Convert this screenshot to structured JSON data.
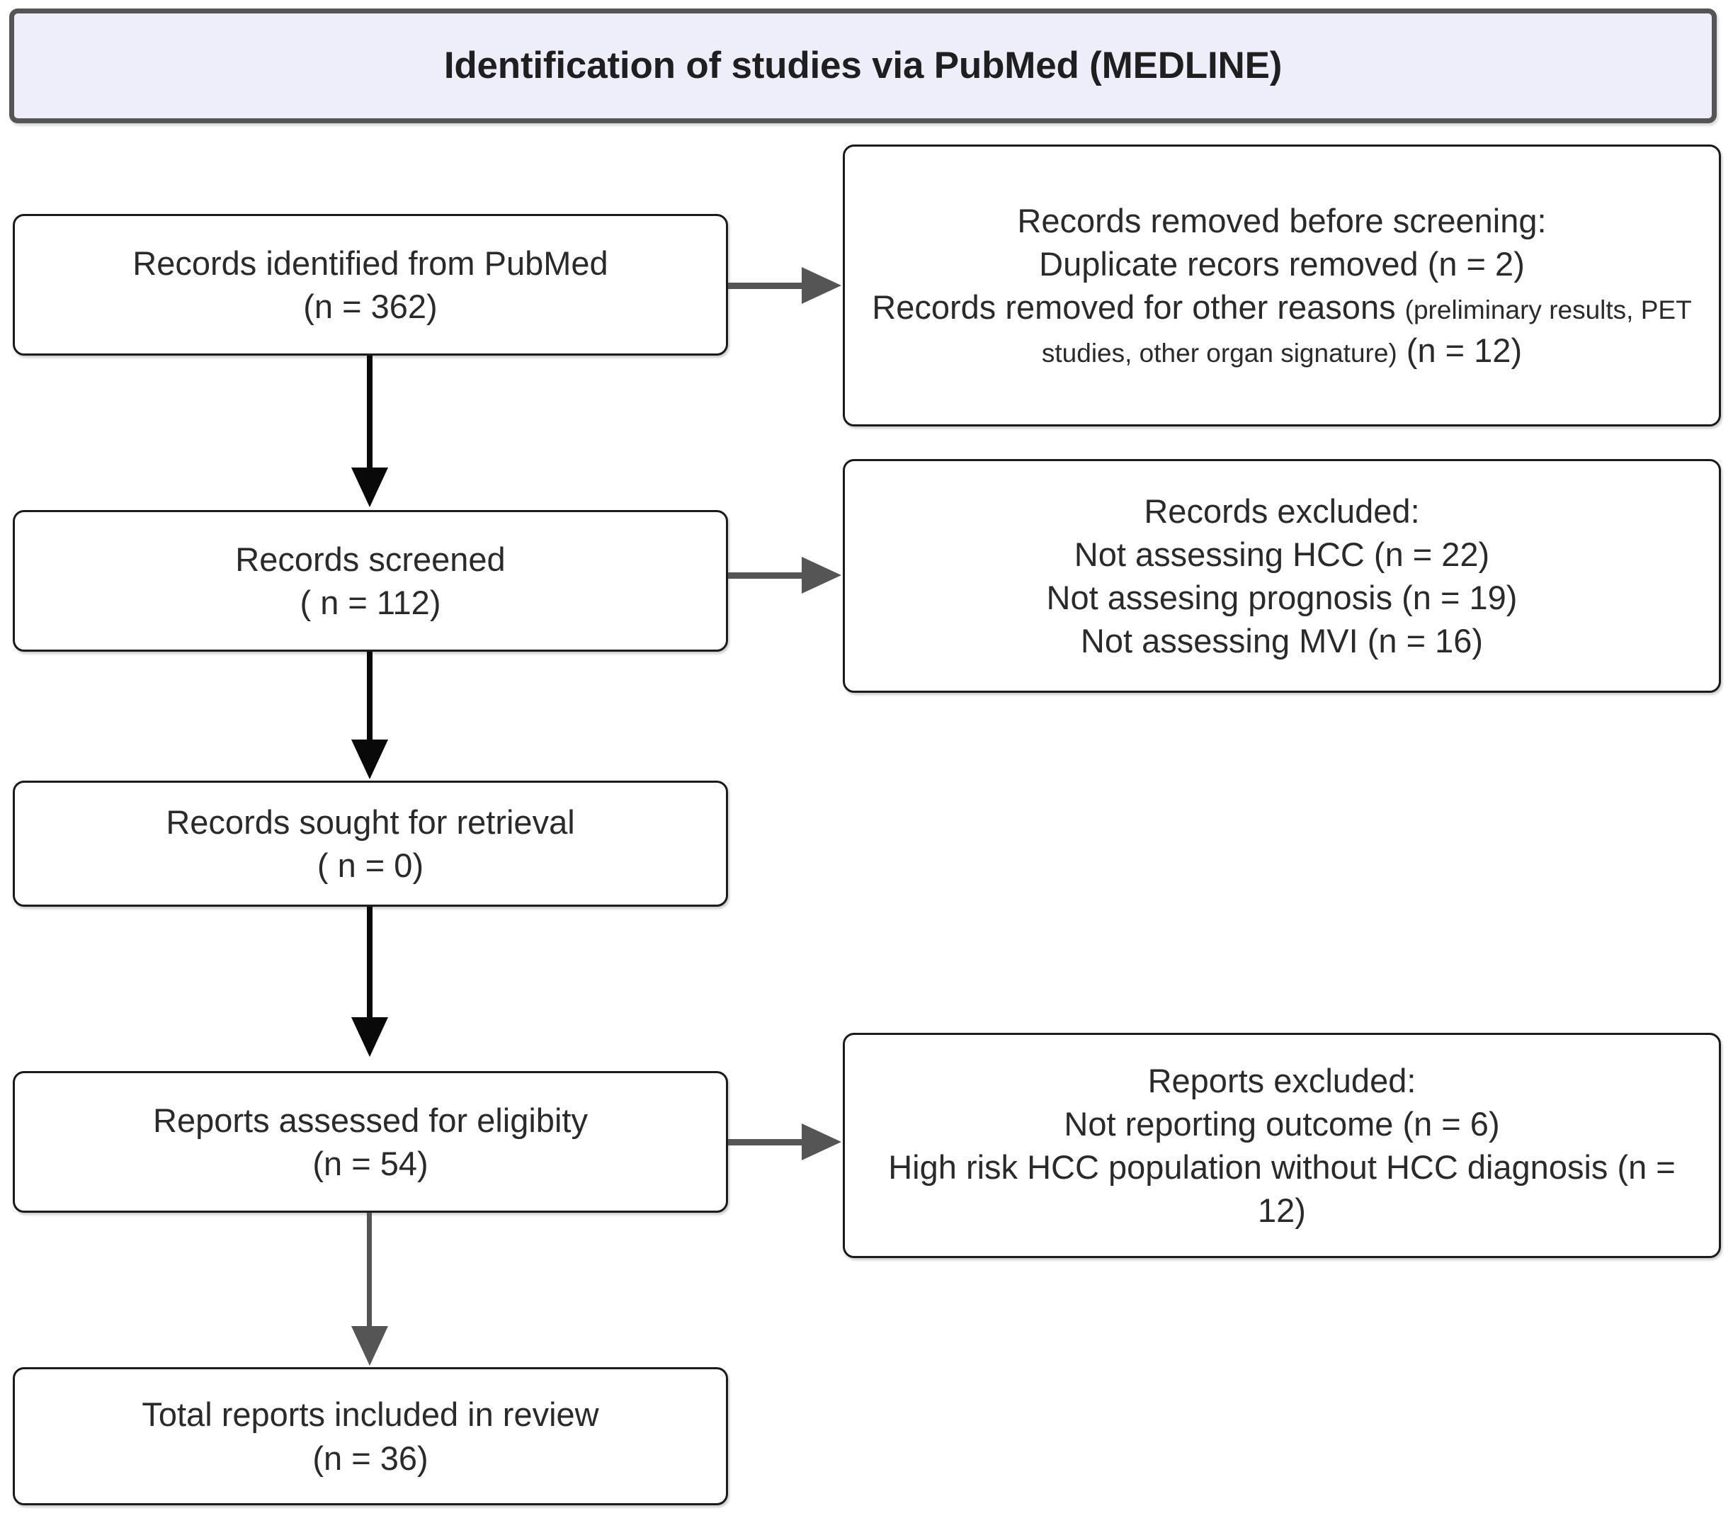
{
  "header": {
    "title": "Identification of studies via PubMed (MEDLINE)"
  },
  "flow": {
    "identified": "Records identified from PubMed\n(n = 362)",
    "removed_before_line1": "Records removed before screening:\nDuplicate recors removed (n = 2)\nRecords removed for other reasons ",
    "removed_before_small": "(preliminary results, PET studies, other organ signature)",
    "removed_before_tail": " (n = 12)",
    "screened": "Records screened\n( n = 112)",
    "records_excluded": "Records excluded:\nNot assessing HCC (n = 22)\nNot assesing prognosis (n = 19)\nNot assessing MVI (n = 16)",
    "sought": "Records sought for retrieval\n( n = 0)",
    "assessed": "Reports assessed for eligibity\n(n = 54)",
    "reports_excluded": "Reports excluded:\nNot reporting outcome (n = 6)\nHigh risk HCC population without HCC diagnosis (n = 12)",
    "included": "Total reports included in review\n(n = 36)"
  },
  "chart_data": {
    "type": "diagram",
    "title": "Identification of studies via PubMed (MEDLINE)",
    "diagram_kind": "prisma-flow",
    "nodes": [
      {
        "id": "identified",
        "column": "left",
        "label": "Records identified from PubMed",
        "n": 362
      },
      {
        "id": "removed_before",
        "column": "right",
        "label": "Records removed before screening",
        "items": [
          {
            "label": "Duplicate recors removed",
            "n": 2
          },
          {
            "label": "Records removed for other reasons (preliminary results, PET studies, other organ signature)",
            "n": 12
          }
        ]
      },
      {
        "id": "screened",
        "column": "left",
        "label": "Records screened",
        "n": 112
      },
      {
        "id": "records_excluded",
        "column": "right",
        "label": "Records excluded",
        "items": [
          {
            "label": "Not assessing HCC",
            "n": 22
          },
          {
            "label": "Not assesing prognosis",
            "n": 19
          },
          {
            "label": "Not assessing MVI",
            "n": 16
          }
        ]
      },
      {
        "id": "sought",
        "column": "left",
        "label": "Records sought for retrieval",
        "n": 0
      },
      {
        "id": "assessed",
        "column": "left",
        "label": "Reports assessed for eligibity",
        "n": 54
      },
      {
        "id": "reports_excluded",
        "column": "right",
        "label": "Reports excluded",
        "items": [
          {
            "label": "Not reporting outcome",
            "n": 6
          },
          {
            "label": "High risk HCC population without HCC diagnosis",
            "n": 12
          }
        ]
      },
      {
        "id": "included",
        "column": "left",
        "label": "Total reports included in review",
        "n": 36
      }
    ],
    "edges": [
      {
        "from": "identified",
        "to": "removed_before",
        "direction": "right",
        "color": "#555555"
      },
      {
        "from": "identified",
        "to": "screened",
        "direction": "down",
        "color": "#090909"
      },
      {
        "from": "screened",
        "to": "records_excluded",
        "direction": "right",
        "color": "#555555"
      },
      {
        "from": "screened",
        "to": "sought",
        "direction": "down",
        "color": "#090909"
      },
      {
        "from": "sought",
        "to": "assessed",
        "direction": "down",
        "color": "#090909"
      },
      {
        "from": "assessed",
        "to": "reports_excluded",
        "direction": "right",
        "color": "#555555"
      },
      {
        "from": "assessed",
        "to": "included",
        "direction": "down",
        "color": "#555555"
      }
    ]
  },
  "colors": {
    "header_fill": "#eeedfa",
    "header_border": "#555555",
    "box_border": "#1b1b1b",
    "box_fill": "#ffffff",
    "arrow_black": "#090909",
    "arrow_gray": "#555555",
    "text": "#2a2a2a"
  }
}
